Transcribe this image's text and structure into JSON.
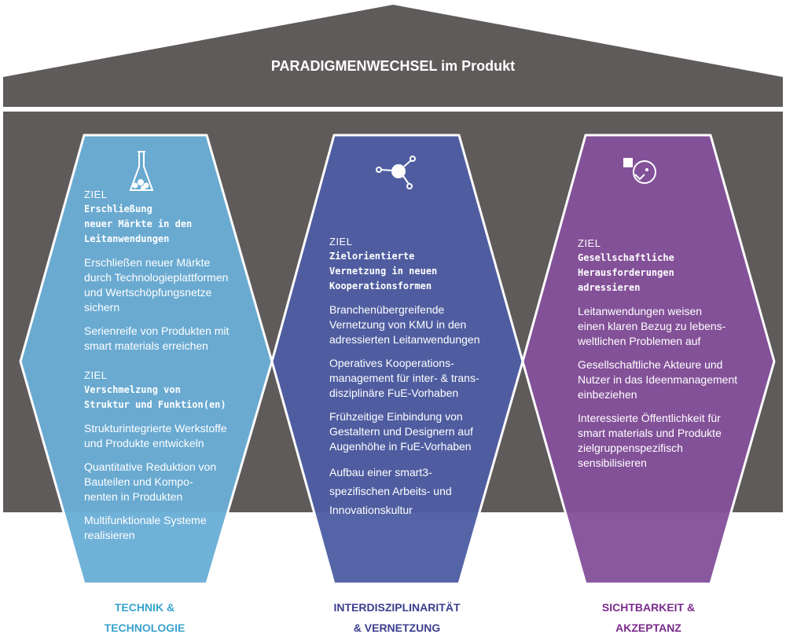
{
  "roof": {
    "title": "PARADIGMENWECHSEL im Produkt"
  },
  "colors": {
    "house": "#5f5b5a",
    "technik": "#6aaed6",
    "vernetzung": "#4e5ea3",
    "sichtbarkeit": "#84519b"
  },
  "pillars": [
    {
      "icon": "flask-icon",
      "label": "TECHNIK &\nTECHNOLOGIE",
      "label_color": "#3aa3cf",
      "goals": [
        {
          "ziel": "ZIEL",
          "heading": "Erschließung\nneuer Märkte in den\nLeitanwendungen",
          "items": [
            "Erschließen neuer Märkte\ndurch Technologieplattformen\nund Wertschöpfungsnetze\nsichern",
            "Serienreife von Produkten mit\nsmart materials erreichen"
          ]
        },
        {
          "ziel": "ZIEL",
          "heading": "Verschmelzung von\nStruktur und Funktion(en)",
          "items": [
            "Strukturintegrierte Werkstoffe\nund Produkte entwickeln",
            "Quantitative Reduktion von\nBauteilen und Kompo-\nnenten in Produkten",
            "Multifunktionale Systeme\nrealisieren"
          ]
        }
      ]
    },
    {
      "icon": "network-icon",
      "label": "INTERDISZIPLINARITÄT\n& VERNETZUNG",
      "label_color": "#3b3f8f",
      "goals": [
        {
          "ziel": "ZIEL",
          "heading": "Zielorientierte\nVernetzung in neuen\nKooperationsformen",
          "items": [
            "Branchenübergreifende\nVernetzung von KMU in den\nadressierten Leitanwendungen",
            "Operatives Kooperations-\nmanagement für inter- & trans-\ndisziplinäre FuE-Vorhaben",
            "Frühzeitige Einbindung von\nGestaltern und Designern auf\nAugenhöhe in FuE-Vorhaben",
            "Aufbau einer smart3-\nspezifischen Arbeits- und\nInnovationskultur"
          ]
        }
      ]
    },
    {
      "icon": "face-icon",
      "label": "SICHTBARKEIT &\nAKZEPTANZ",
      "label_color": "#7a2c8c",
      "goals": [
        {
          "ziel": "ZIEL",
          "heading": "Gesellschaftliche\nHerausforderungen\nadressieren",
          "items": [
            "Leitanwendungen weisen\neinen klaren Bezug zu lebens-\nweltlichen Problemen auf",
            "Gesellschaftliche Akteure und\nNutzer in das Ideenmanagement\neinbeziehen",
            "Interessierte Öffentlichkeit für\nsmart materials und Produkte\nzielgruppenspezifisch\nsensibilisieren"
          ]
        }
      ]
    }
  ]
}
